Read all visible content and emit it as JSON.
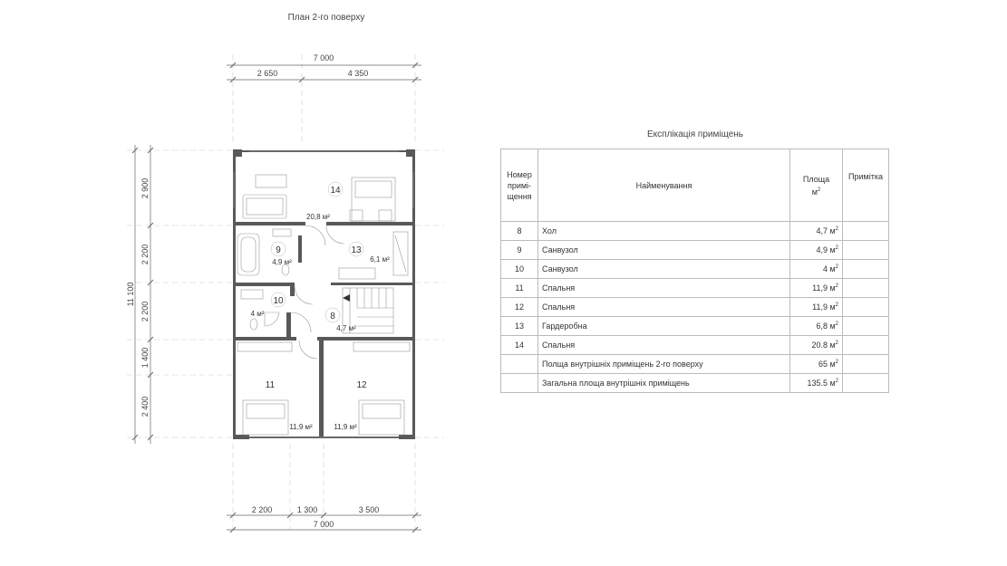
{
  "plan": {
    "title": "План 2-го поверху",
    "dims": {
      "top_total": "7 000",
      "top_left": "2 650",
      "top_right": "4 350",
      "bottom_left": "2 200",
      "bottom_mid": "1 300",
      "bottom_right": "3 500",
      "bottom_total": "7 000",
      "left_total": "11 100",
      "left_1": "2 900",
      "left_2": "2 200",
      "left_3": "2 200",
      "left_4": "1 400",
      "left_5": "2 400"
    },
    "rooms": [
      {
        "num": "14",
        "area": "20,8 м²"
      },
      {
        "num": "9",
        "area": "4,9 м²"
      },
      {
        "num": "13",
        "area": "6,1 м²"
      },
      {
        "num": "10",
        "area": "4 м²"
      },
      {
        "num": "8",
        "area": "4,7 м²"
      },
      {
        "num": "11",
        "area": "11,9 м²"
      },
      {
        "num": "12",
        "area": "11,9 м²"
      }
    ]
  },
  "explication": {
    "title": "Експлікація приміщень",
    "headers": {
      "num": "Номер примі-щення",
      "name": "Найменування",
      "area": "Площа",
      "area_unit": "м",
      "note": "Примітка"
    },
    "rows": [
      {
        "num": "8",
        "name": "Хол",
        "area": "4,7 м"
      },
      {
        "num": "9",
        "name": "Санвузол",
        "area": "4,9 м"
      },
      {
        "num": "10",
        "name": "Санвузол",
        "area": "4 м"
      },
      {
        "num": "11",
        "name": "Спальня",
        "area": "11,9 м"
      },
      {
        "num": "12",
        "name": "Спальня",
        "area": "11,9 м"
      },
      {
        "num": "13",
        "name": "Гардеробна",
        "area": "6,8 м"
      },
      {
        "num": "14",
        "name": "Спальня",
        "area": "20.8 м"
      }
    ],
    "totals": [
      {
        "name": "Полща внутрішніх приміщень 2-го поверху",
        "area": "65 м"
      },
      {
        "name": "Загальна площа внутрішніх приміщень",
        "area": "135.5 м"
      }
    ],
    "sup": "2"
  }
}
